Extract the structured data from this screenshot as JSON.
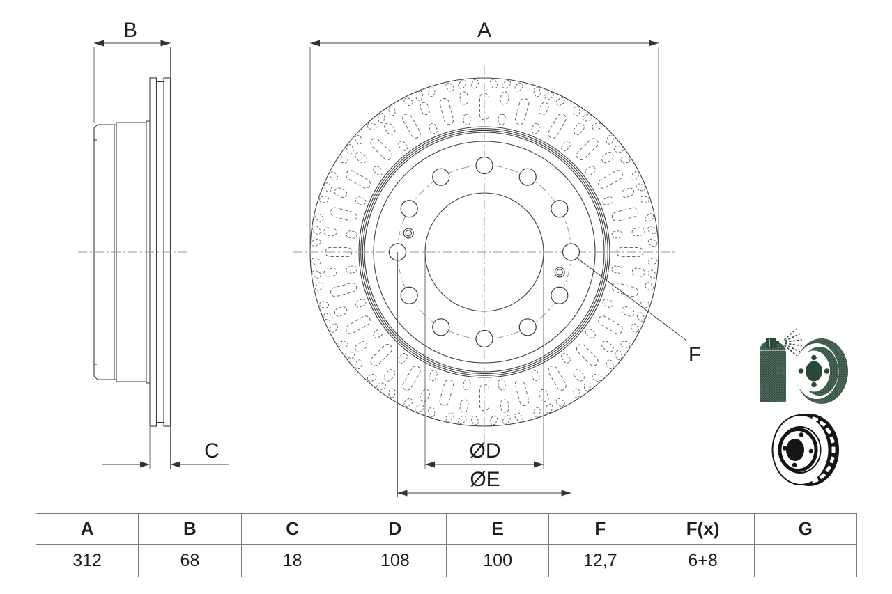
{
  "drawing": {
    "dim_labels": {
      "a": "A",
      "b": "B",
      "c": "C",
      "f": "F",
      "d": "ØD",
      "e": "ØE"
    }
  },
  "table": {
    "headers": [
      "A",
      "B",
      "C",
      "D",
      "E",
      "F",
      "F(x)",
      "G"
    ],
    "values": [
      "312",
      "68",
      "18",
      "108",
      "100",
      "12,7",
      "6+8",
      ""
    ]
  },
  "icons": {
    "cleaning_spray_disc": {
      "label": "spray-can-and-drum",
      "color": "#2a4939"
    },
    "vented_disc": {
      "label": "vented-brake-disc",
      "color": "#151515"
    }
  },
  "colors": {
    "drawing_line": "#3d3d3d",
    "vent_dash": "#676767",
    "centerline": "#9a9a9a",
    "dimension": "#3a3a3a",
    "table_border": "#7a7a7a",
    "text": "#1d1d1d"
  }
}
